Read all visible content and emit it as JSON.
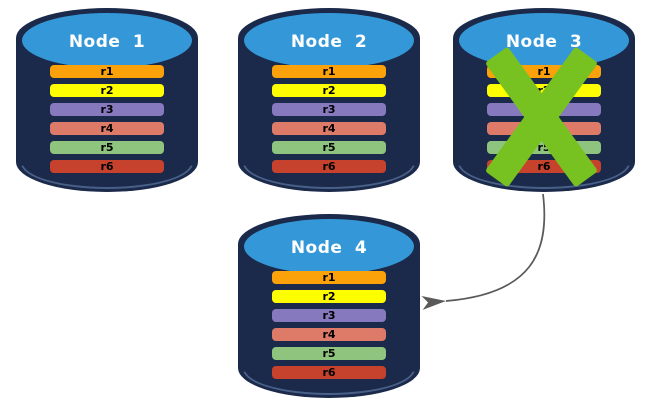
{
  "diagram": {
    "nodes": [
      {
        "title": "Node 1",
        "failed": false
      },
      {
        "title": "Node 2",
        "failed": false
      },
      {
        "title": "Node 3",
        "failed": true
      },
      {
        "title": "Node 4",
        "failed": false
      }
    ],
    "rows": [
      {
        "label": "r1",
        "color": "#FBA10A"
      },
      {
        "label": "r2",
        "color": "#FEFE00"
      },
      {
        "label": "r3",
        "color": "#8679BE"
      },
      {
        "label": "r4",
        "color": "#DD7B68"
      },
      {
        "label": "r5",
        "color": "#8EC47D"
      },
      {
        "label": "r6",
        "color": "#C7422C"
      }
    ],
    "colors": {
      "background": "#FFFFFF",
      "cylinder_body": "#1B2A4B",
      "cylinder_top": "#3498D8",
      "node_title_text": "#FFFFFF",
      "row_label_text": "#000000",
      "failure_x": "#77C220",
      "arrow": "#5A5A5A"
    },
    "arrow": {
      "from_node": "Node 3",
      "to_node": "Node 4"
    }
  }
}
